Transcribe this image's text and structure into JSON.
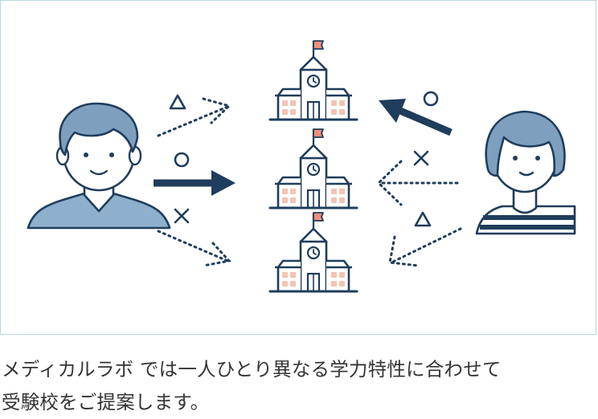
{
  "caption": {
    "line1": "メディカルラボ では一人ひとり異なる学力特性に合わせて",
    "line2": "受験校をご提案します。"
  },
  "colors": {
    "navy": "#1f3d5c",
    "hair_blue": "#7f9fbf",
    "shirt_blue": "#8fb0cc",
    "skin": "#ffffff",
    "building_pink": "#f3c4b3",
    "flag": "#f09078",
    "frame_border": "#b9d5e0"
  },
  "icons": [
    "person-left-icon",
    "person-right-icon",
    "school-building-icon",
    "flag-icon",
    "clock-icon",
    "triangle-mark",
    "circle-mark",
    "cross-mark",
    "arrow-icon"
  ]
}
